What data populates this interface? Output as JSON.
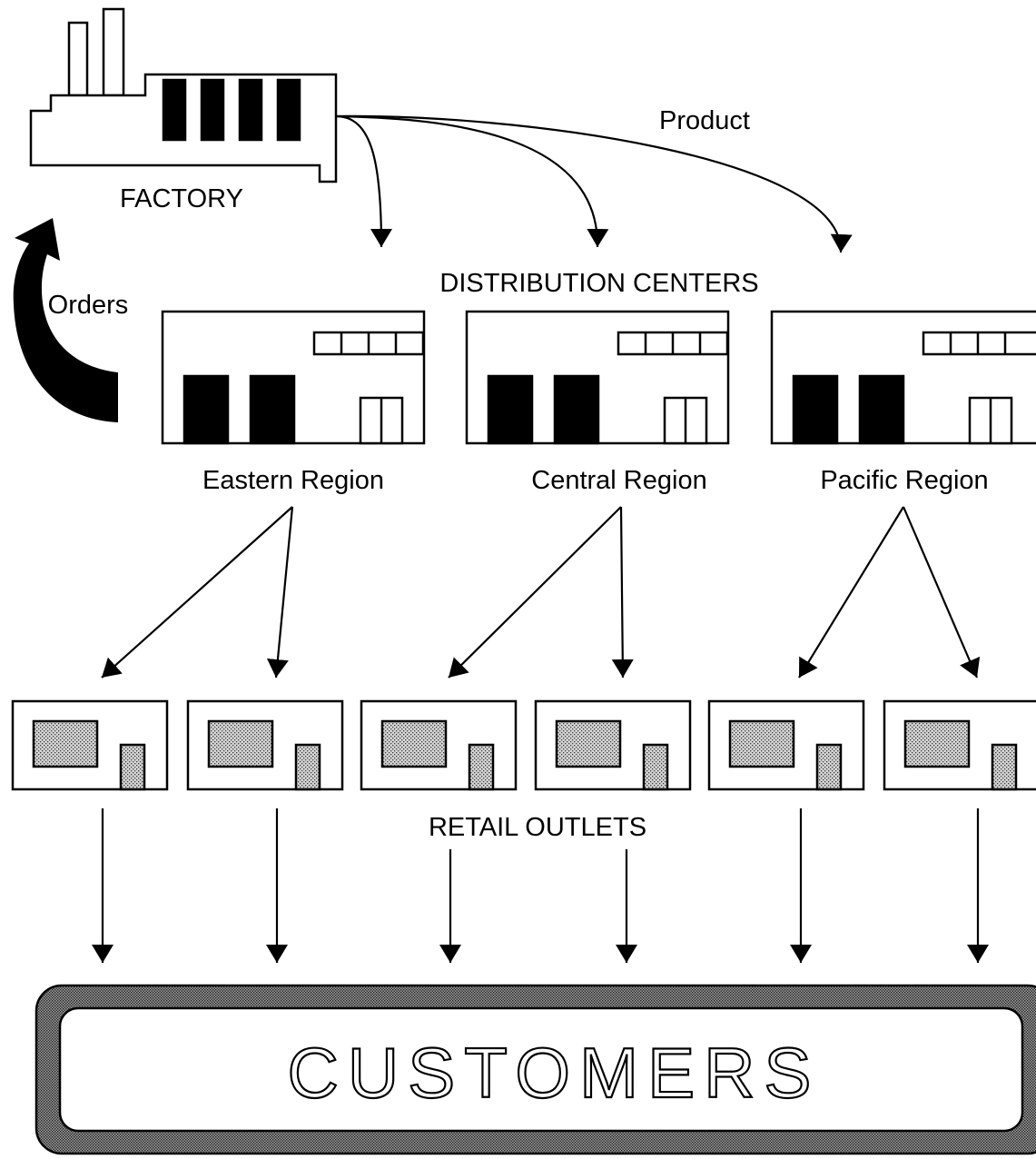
{
  "labels": {
    "factory": "FACTORY",
    "product": "Product",
    "orders": "Orders",
    "distribution_centers": "DISTRIBUTION CENTERS",
    "retail_outlets": "RETAIL OUTLETS",
    "customers": "CUSTOMERS"
  },
  "regions": [
    {
      "name": "Eastern Region"
    },
    {
      "name": "Central Region"
    },
    {
      "name": "Pacific Region"
    }
  ]
}
